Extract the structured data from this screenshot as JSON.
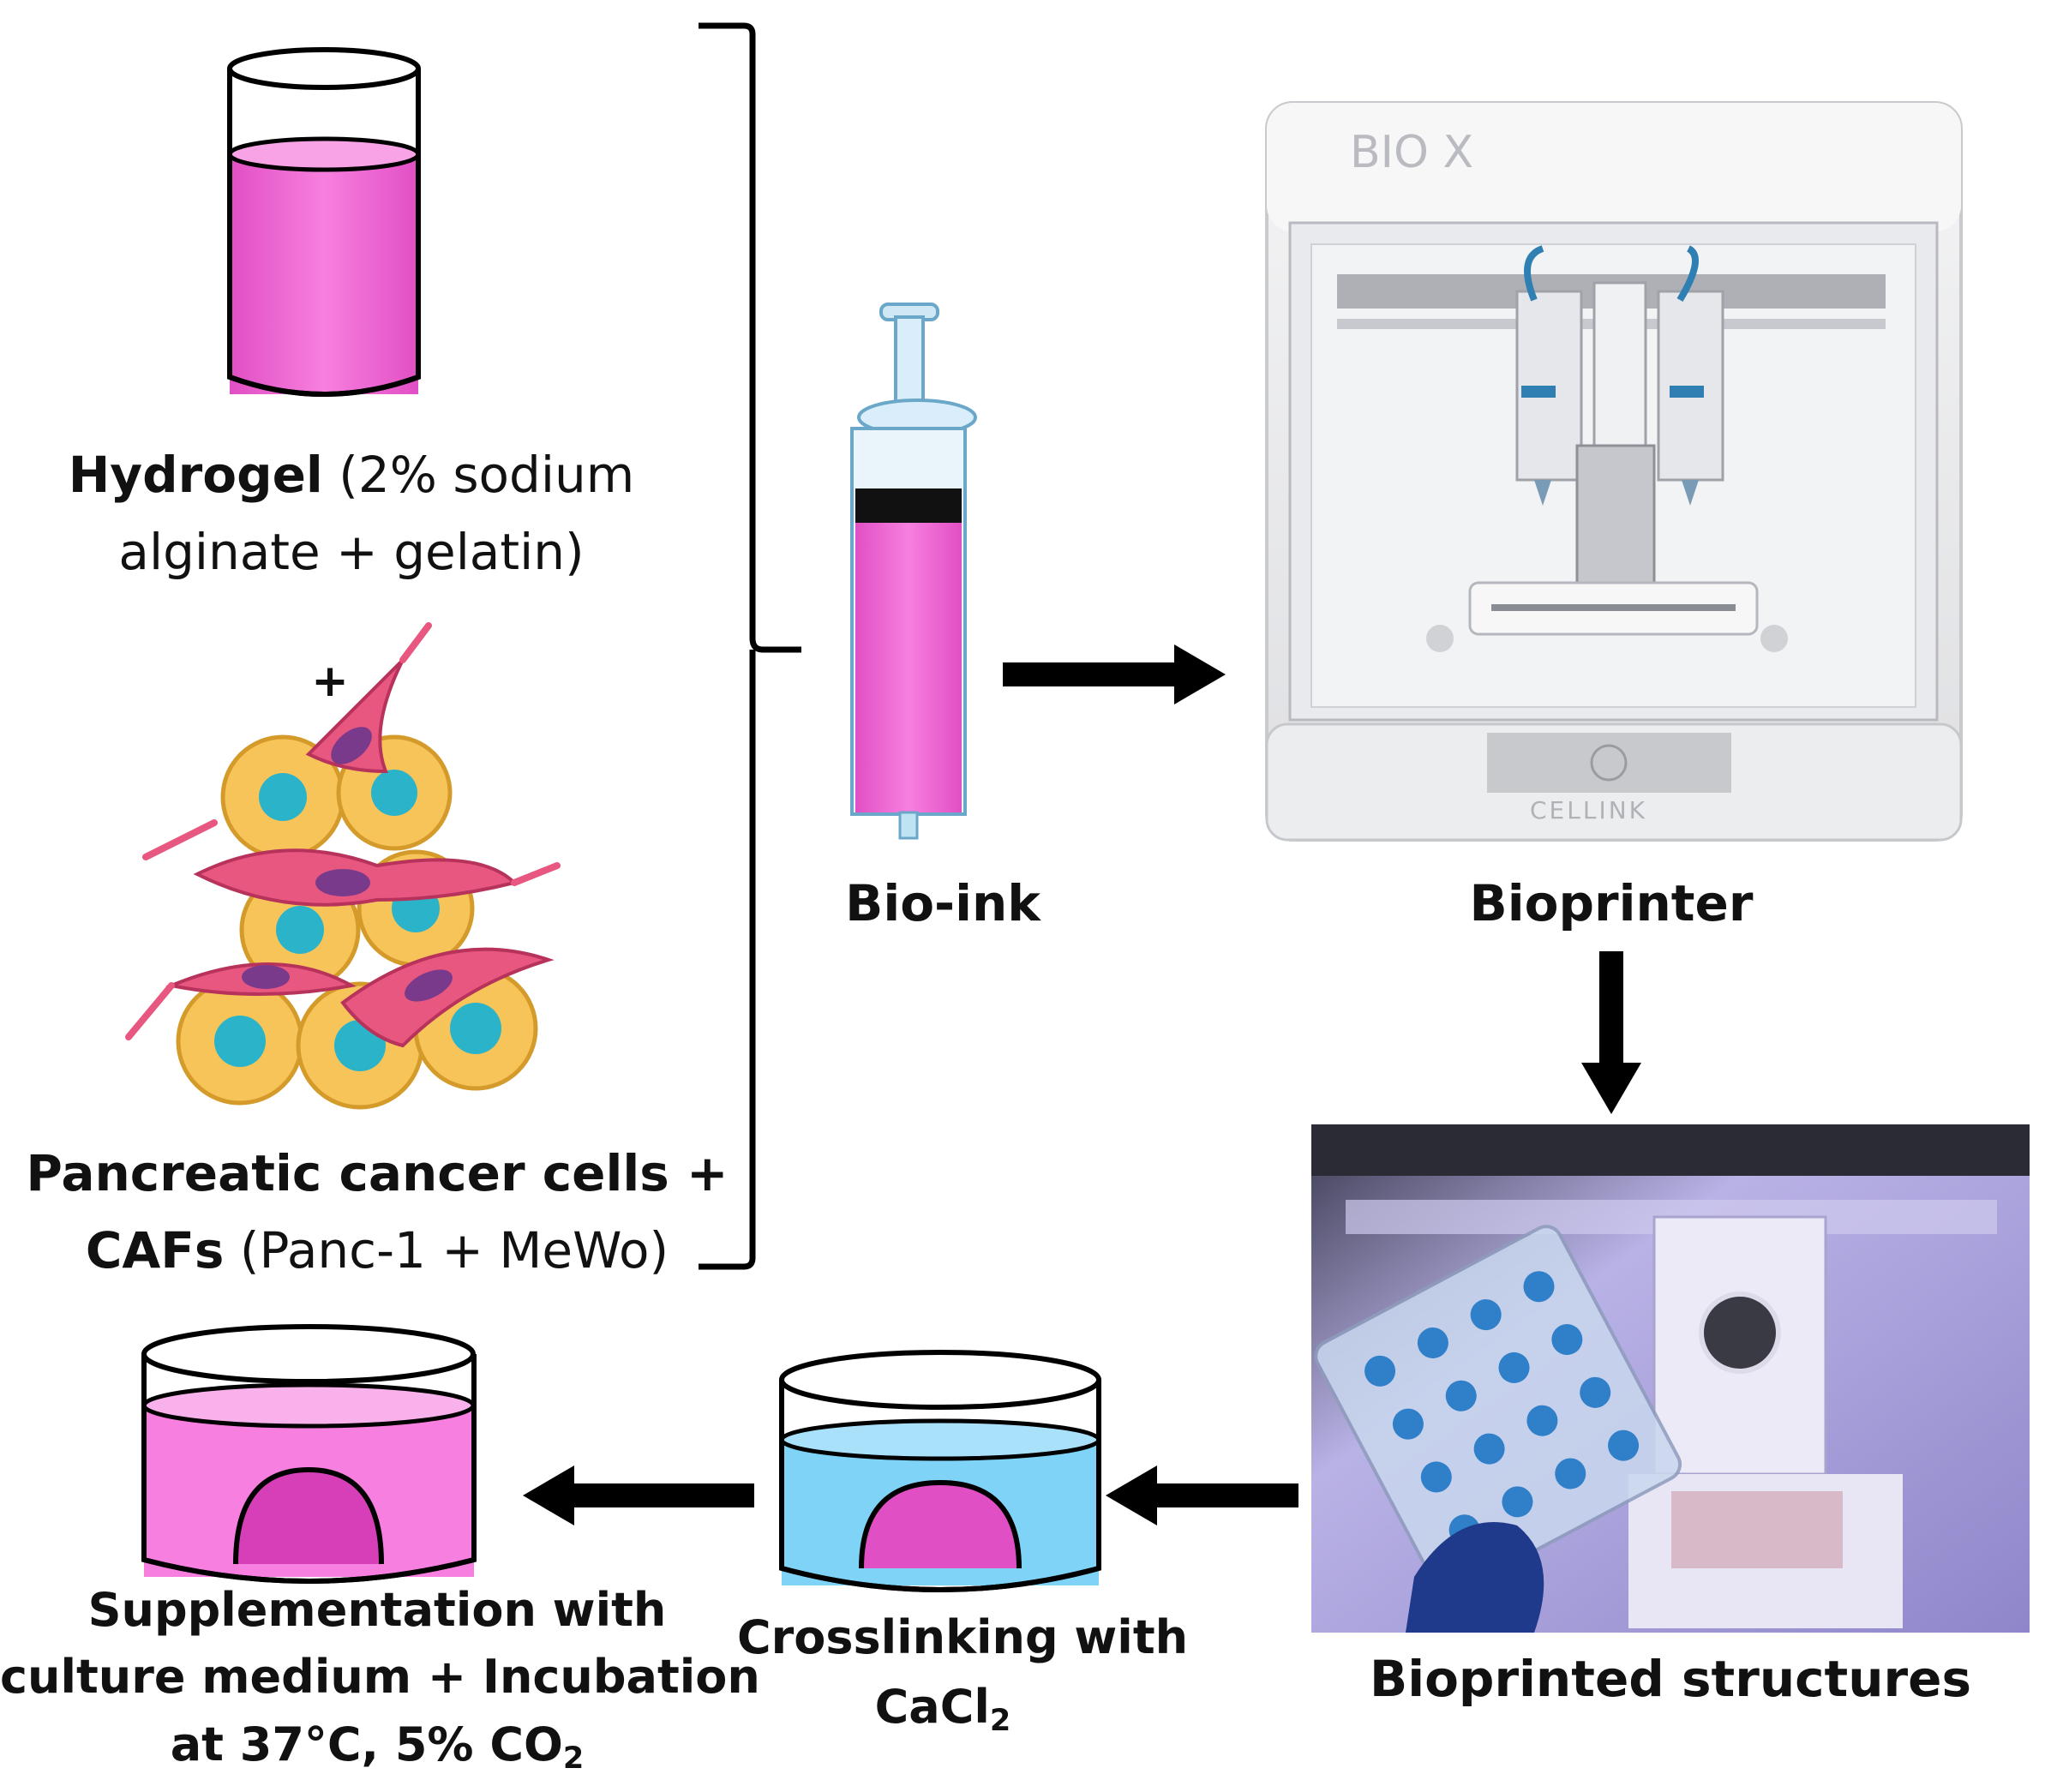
{
  "hydrogel": {
    "label_bold": "Hydrogel",
    "label_rest": "(2% sodium",
    "label_line2": "alginate + gelatin)"
  },
  "plus": "+",
  "cells": {
    "line1": "Pancreatic cancer cells +",
    "line2_bold": "CAFs",
    "line2_rest": "(Panc-1 + MeWo)"
  },
  "bioink": {
    "label": "Bio-ink"
  },
  "bioprinter": {
    "label": "Bioprinter",
    "brand_top": "BIO X",
    "brand_bottom": "CELLINK"
  },
  "bioprinted": {
    "label": "Bioprinted structures"
  },
  "crosslinking": {
    "line1": "Crosslinking with",
    "line2_main": "CaCl",
    "line2_sub": "2"
  },
  "supplementation": {
    "line1": "Supplementation with",
    "line2": "culture medium + Incubation",
    "line3_main": "at 37°C, 5% CO",
    "line3_sub": "2"
  },
  "colors": {
    "pink_fill": "#f26ad8",
    "pink_dark": "#d63fb7",
    "blue_fill": "#7fd3f7",
    "cell_yellow": "#f7c45a",
    "cell_nucleus": "#2bb3c9",
    "caf_pink": "#e8577f",
    "caf_nucleus": "#7a3a8c"
  }
}
